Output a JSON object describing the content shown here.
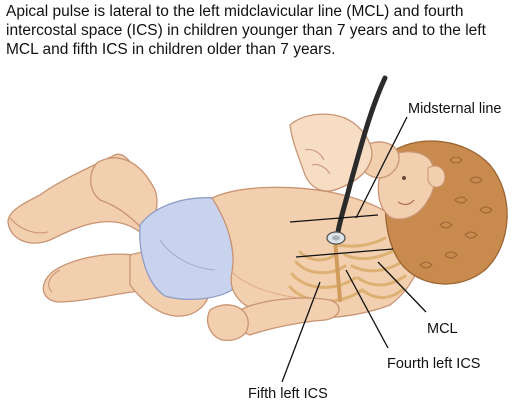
{
  "caption": "Apical pulse is lateral to the left midclavicular line (MCL) and fourth intercostal space (ICS) in children younger than 7 years and to the left MCL and fifth ICS in children older than 7 years.",
  "labels": {
    "midsternal": "Midsternal line",
    "mcl": "MCL",
    "fourth_ics": "Fourth left ICS",
    "fifth_ics": "Fifth left ICS"
  },
  "colors": {
    "skin": "#f2cfae",
    "skin_shadow": "#e2ac86",
    "hair": "#c98a4d",
    "diaper": "#c9d3ee",
    "ribs": "#ddb173",
    "stethoscope": "#2b2b2b"
  }
}
